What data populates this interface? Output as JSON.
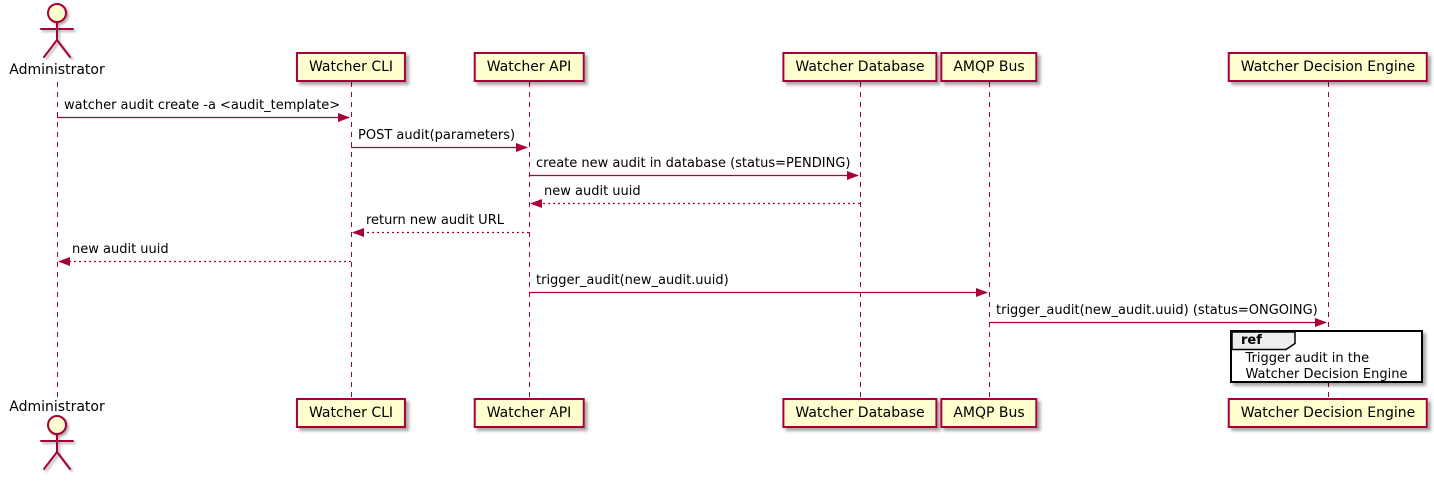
{
  "diagram": {
    "type": "sequence",
    "actor": {
      "id": "admin",
      "label": "Administrator"
    },
    "participants": [
      {
        "id": "cli",
        "label": "Watcher CLI"
      },
      {
        "id": "api",
        "label": "Watcher API"
      },
      {
        "id": "db",
        "label": "Watcher Database"
      },
      {
        "id": "amqp",
        "label": "AMQP Bus"
      },
      {
        "id": "wde",
        "label": "Watcher Decision Engine"
      }
    ],
    "messages": [
      {
        "from": "admin",
        "to": "cli",
        "label": "watcher audit create -a <audit_template>",
        "line": "solid"
      },
      {
        "from": "cli",
        "to": "api",
        "label": "POST audit(parameters)",
        "line": "solid"
      },
      {
        "from": "api",
        "to": "db",
        "label": "create new audit in database (status=PENDING)",
        "line": "solid"
      },
      {
        "from": "db",
        "to": "api",
        "label": "new audit uuid",
        "line": "dotted"
      },
      {
        "from": "api",
        "to": "cli",
        "label": "return new audit URL",
        "line": "dotted"
      },
      {
        "from": "cli",
        "to": "admin",
        "label": "new audit uuid",
        "line": "dotted"
      },
      {
        "from": "api",
        "to": "amqp",
        "label": "trigger_audit(new_audit.uuid)",
        "line": "solid"
      },
      {
        "from": "amqp",
        "to": "wde",
        "label": "trigger_audit(new_audit.uuid) (status=ONGOING)",
        "line": "solid"
      }
    ],
    "ref": {
      "keyword": "ref",
      "lines": [
        "Trigger audit in the",
        "Watcher Decision Engine"
      ]
    },
    "colors": {
      "accent": "#A80036",
      "participant_fill": "#FEFECE",
      "ref_header_fill": "#EEEEEE",
      "ref_border": "#000000",
      "background": "#FFFFFF"
    }
  }
}
